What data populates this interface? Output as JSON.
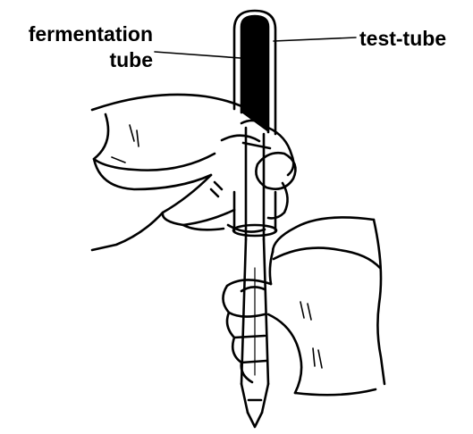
{
  "labels": {
    "fermentation_line1": "fermentation",
    "fermentation_line2": "tube",
    "test_tube": "test-tube"
  },
  "colors": {
    "ink": "#000000",
    "paper": "#ffffff"
  }
}
